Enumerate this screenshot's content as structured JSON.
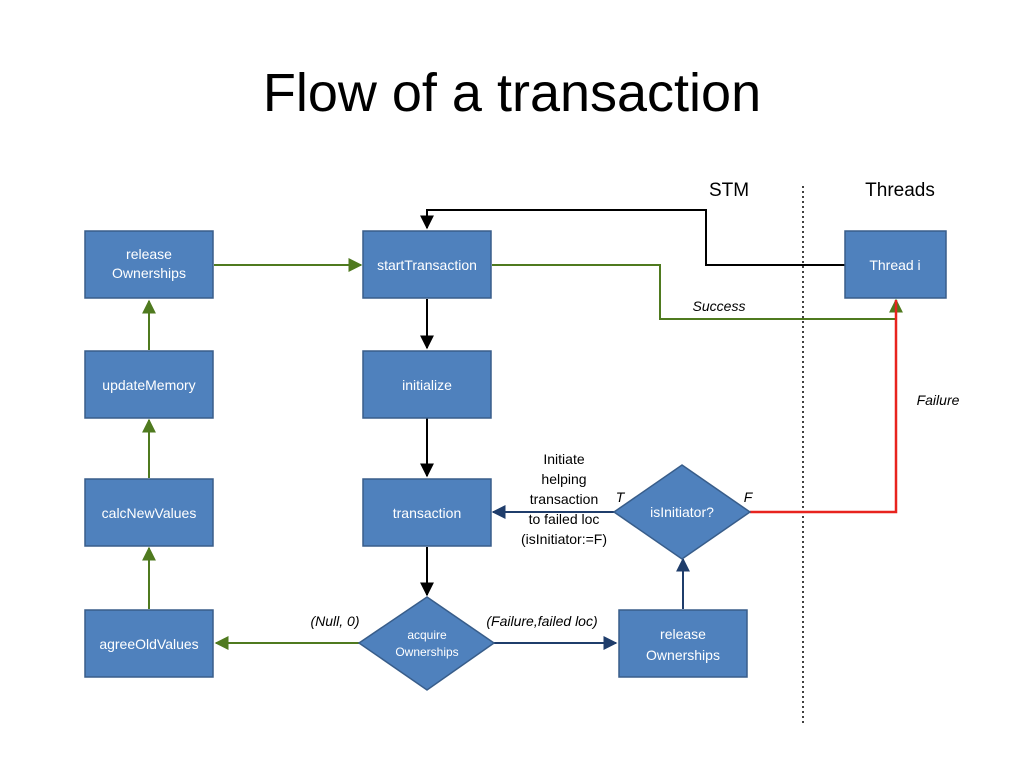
{
  "slide": {
    "title": "Flow of a transaction"
  },
  "headers": {
    "stm": "STM",
    "threads": "Threads"
  },
  "nodes": {
    "release_top": [
      "release",
      "Ownerships"
    ],
    "start": "startTransaction",
    "thread": "Thread i",
    "update": "updateMemory",
    "initialize": "initialize",
    "calc": "calcNewValues",
    "transaction": "transaction",
    "is_initiator": "isInitiator?",
    "agree": "agreeOldValues",
    "acquire": [
      "acquire",
      "Ownerships"
    ],
    "release_bottom": [
      "release",
      "Ownerships"
    ]
  },
  "labels": {
    "success": "Success",
    "failure": "Failure",
    "t": "T",
    "f": "F",
    "null_zero": "(Null, 0)",
    "failure_loc": "(Failure,failed loc)",
    "helping": [
      "Initiate",
      "helping",
      "transaction",
      "to failed loc",
      "(isInitiator:=F)"
    ]
  },
  "colors": {
    "box": "#4f81bd",
    "green": "#4f7a1f",
    "navy": "#1f3d6b",
    "red": "#e8231e",
    "black": "#000000"
  }
}
